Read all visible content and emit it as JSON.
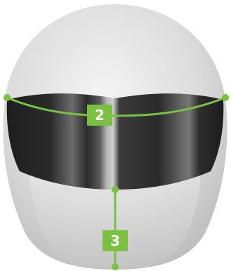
{
  "diagram": {
    "markers": [
      {
        "id": "visor-width",
        "label": "2"
      },
      {
        "id": "chin-height",
        "label": "3"
      }
    ],
    "colors": {
      "accent": "#7ac142",
      "helmet_light": "#f2f2f2",
      "helmet_mid": "#d9d9d9",
      "helmet_dark": "#b9b9b9",
      "visor_dark": "#1c1c1c",
      "visor_highlight": "#c8c8c8",
      "marker_text": "#ffffff"
    }
  }
}
